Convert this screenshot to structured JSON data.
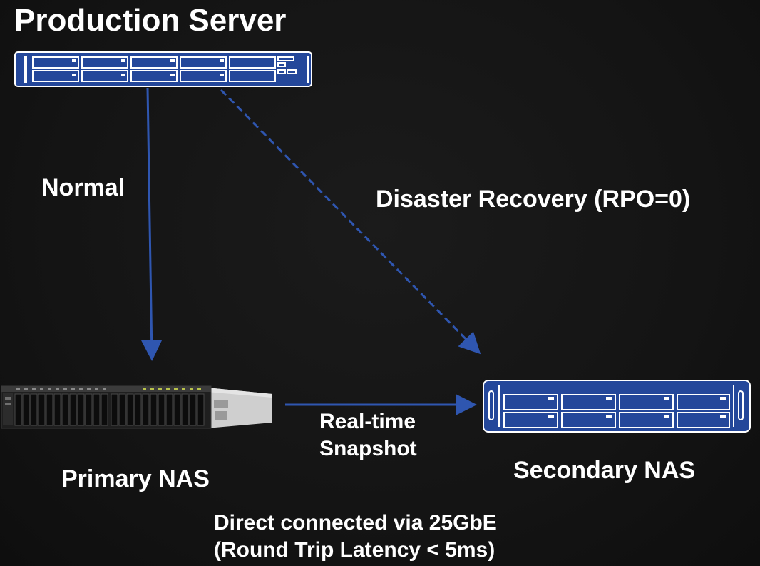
{
  "diagram": {
    "title": "Production Server",
    "edges": {
      "normal": "Normal",
      "disaster_recovery": "Disaster Recovery (RPO=0)",
      "realtime_line1": "Real-time",
      "realtime_line2": "Snapshot"
    },
    "nodes": {
      "production_server": "Production Server",
      "primary_nas": "Primary NAS",
      "secondary_nas": "Secondary NAS"
    },
    "connection_line1": "Direct connected via 25GbE",
    "connection_line2": "(Round Trip Latency < 5ms)"
  },
  "colors": {
    "background": "#141414",
    "arrow": "#2f56b0",
    "server_fill": "#24479a",
    "text": "#ffffff"
  }
}
